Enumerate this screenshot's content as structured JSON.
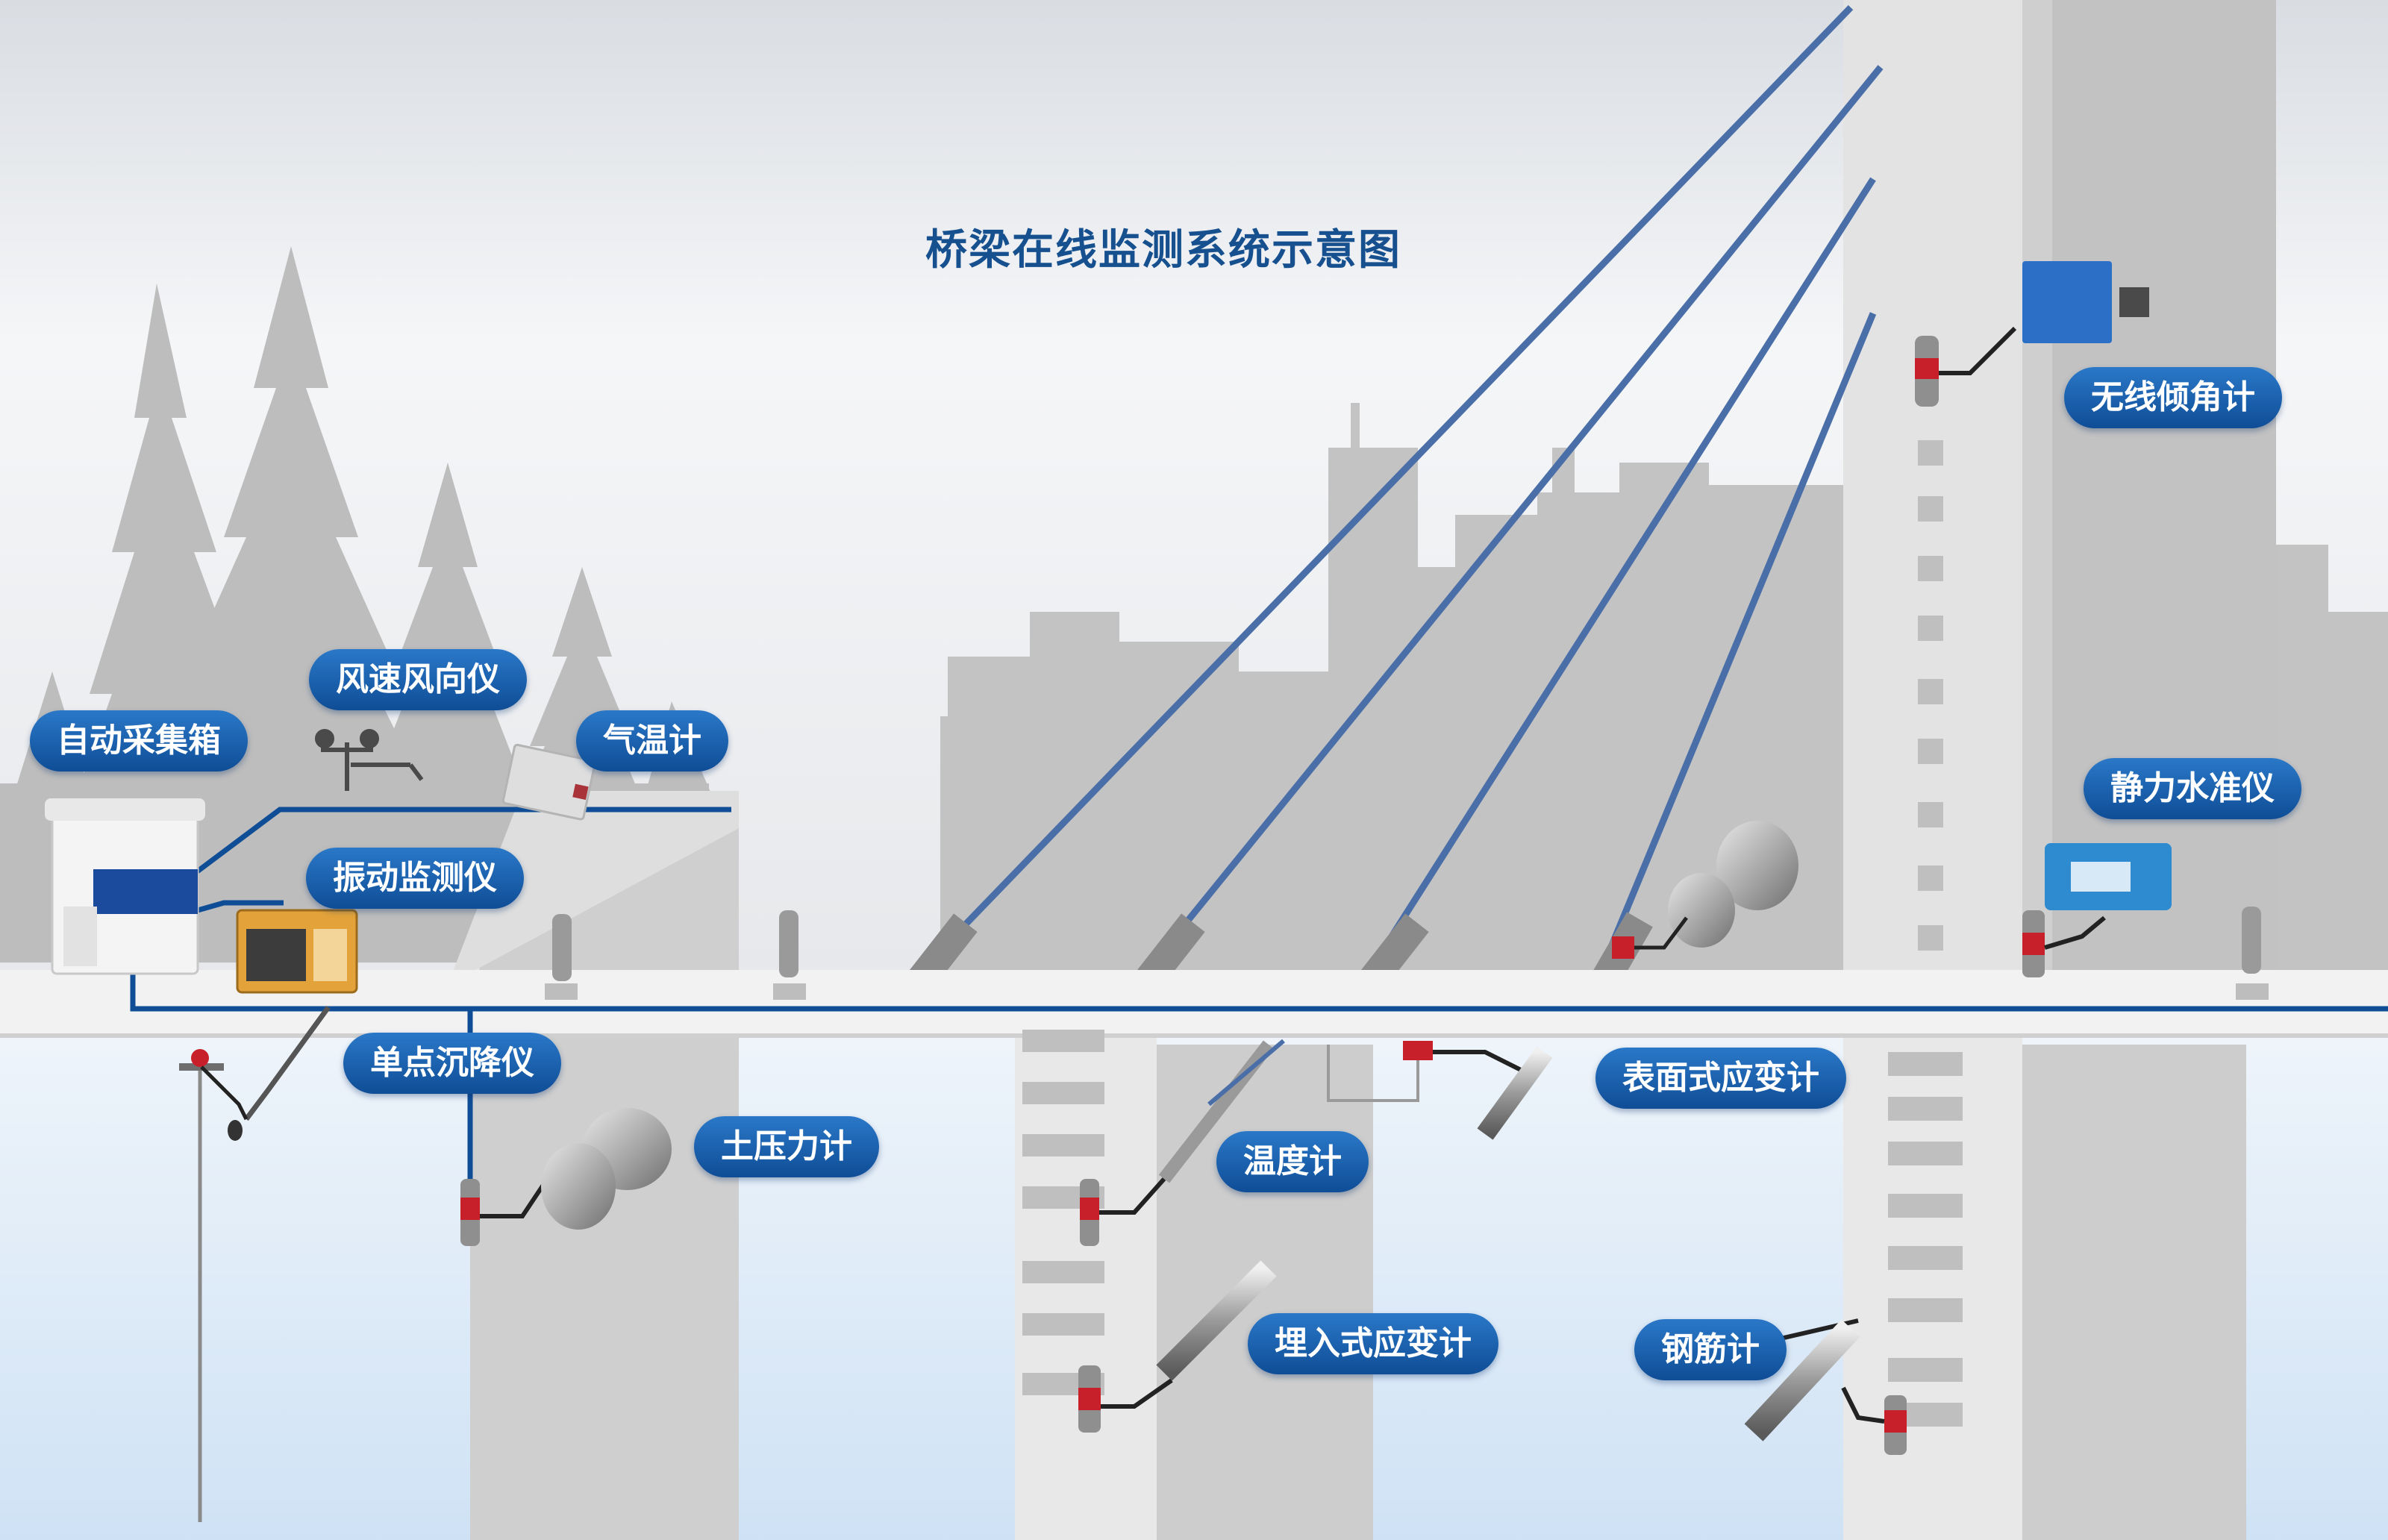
{
  "title": "桥梁在线监测系统示意图",
  "colors": {
    "sky": "#f4f6f8",
    "water": "#d8e8f7",
    "silhouette": "#bcbcbc",
    "structure": "#c9c9c9",
    "cable": "#4a6fa8",
    "wire": "#0f4d96",
    "label_bg": "#1a62b3",
    "sensor_red": "#c8202a"
  },
  "labels": {
    "collector": "自动采集箱",
    "anemometer": "风速风向仪",
    "thermometer": "气温计",
    "vibration": "振动监测仪",
    "settlement": "单点沉降仪",
    "earth_pressure": "土压力计",
    "temperature": "温度计",
    "surface_strain": "表面式应变计",
    "embedded_strain": "埋入式应变计",
    "rebar": "钢筋计",
    "tilt": "无线倾角计",
    "level": "静力水准仪"
  }
}
